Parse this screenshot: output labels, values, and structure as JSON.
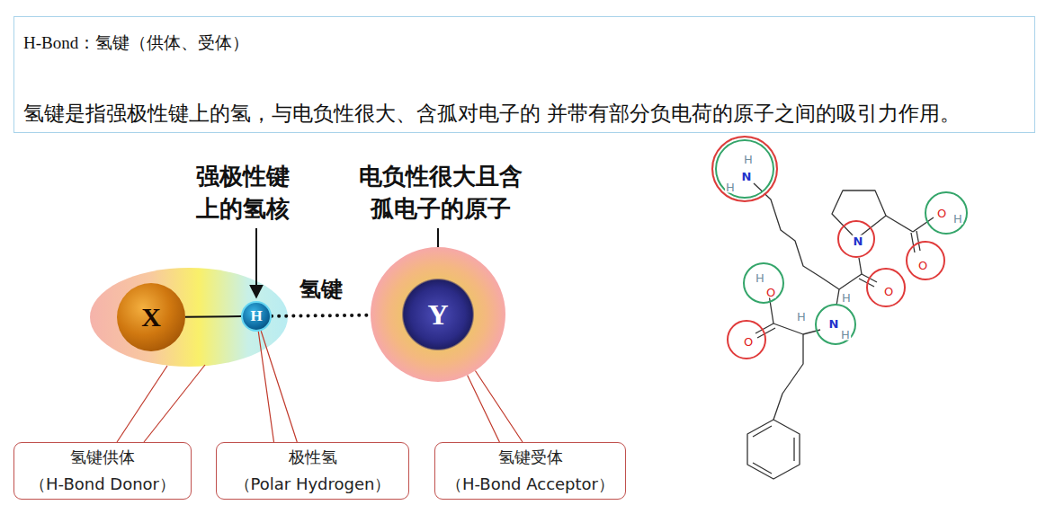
{
  "diagram": {
    "nodes": [
      {
        "text": [
          "H-Bond：氢键（供体、受体）",
          "氢键是指强极性键上的氢，与电负性很大、含孤对电子的 并带有部分负电荷的原子之间的吸引力作用。"
        ]
      },
      {
        "text": [
          "X"
        ]
      },
      {
        "text": [
          "H"
        ]
      },
      {
        "text": [
          "Y"
        ]
      },
      {
        "text": [
          "氢键供体",
          "（H-Bond Donor）"
        ]
      },
      {
        "text": [
          "极性氢",
          "（Polar Hydrogen）"
        ]
      },
      {
        "text": [
          "氢键受体",
          "（H-Bond Acceptor）"
        ]
      },
      {
        "text": [
          "H",
          "N",
          "H"
        ]
      },
      {
        "text": [
          "O",
          "H"
        ]
      },
      {
        "text": [
          "N"
        ]
      },
      {
        "text": [
          "O"
        ]
      },
      {
        "text": [
          "O"
        ]
      },
      {
        "text": [
          "H",
          "O"
        ]
      },
      {
        "text": [
          "N",
          "H"
        ]
      },
      {
        "text": [
          "O"
        ]
      }
    ],
    "edges": [
      {
        "from": 1,
        "to": 2,
        "arrow": "none"
      },
      {
        "from": 2,
        "to": 3,
        "label": "氢键",
        "arrow": "none"
      },
      {
        "from": 5,
        "to": 2,
        "arrow": "none"
      },
      {
        "from": 6,
        "to": 3,
        "arrow": "none"
      }
    ],
    "labels": [
      "强极性键 上的氢核",
      "电负性很大且含 孤电子的原子",
      "H",
      "H"
    ]
  }
}
